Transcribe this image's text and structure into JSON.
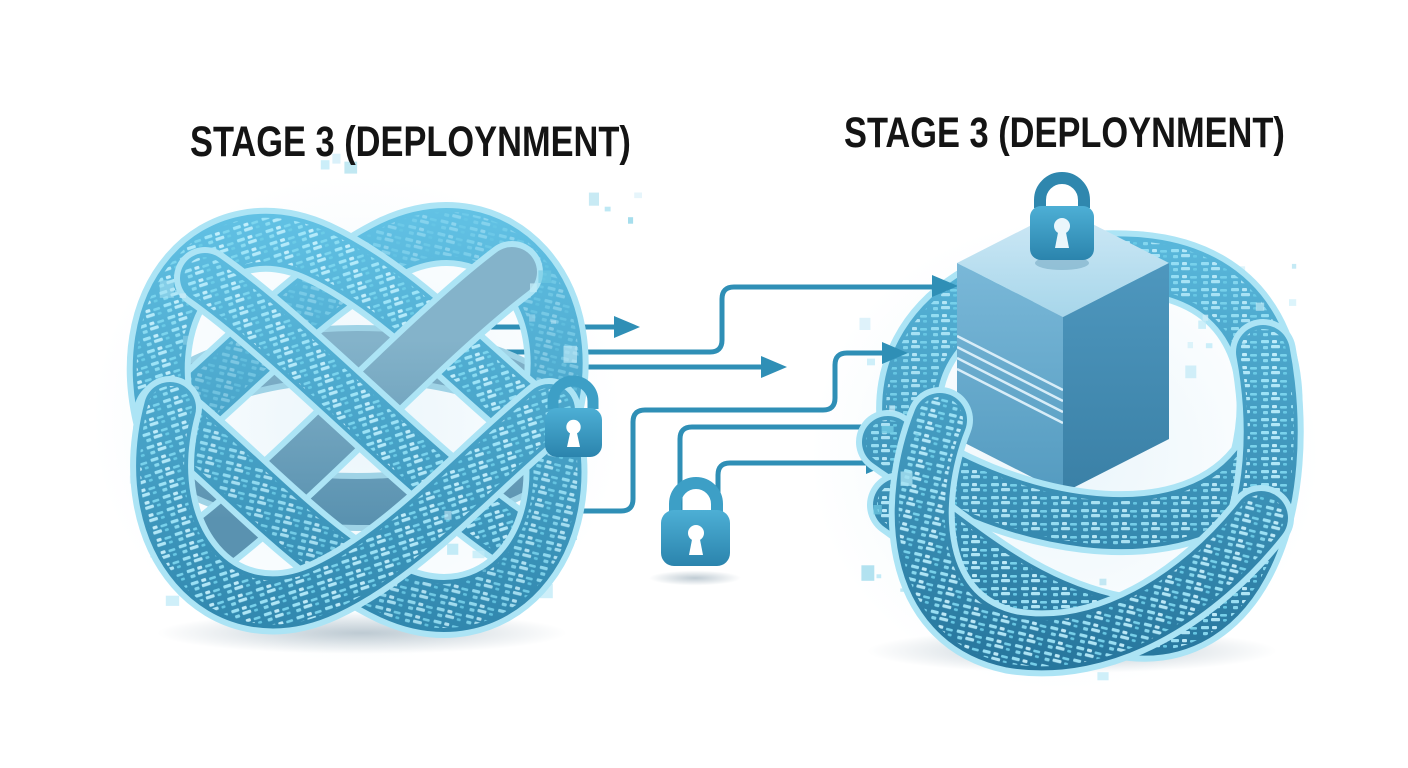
{
  "titles": {
    "left": "STAGE 3 (DEPLOYNMENT)",
    "right": "STAGE 3 (DEPLOYNMENT)"
  },
  "illustration": {
    "left_structure": "woven-digital-data-ribbon-knot",
    "right_structure": "digital-data-ribbon-wrapped-around-secure-cube",
    "locks_visible": 3,
    "flow_arrows_visible": 6
  },
  "colors": {
    "background": "#ffffff",
    "title_text": "#141414",
    "arrow_blue": "#2f8fb6",
    "ribbon_edge_light": "#ace4f5",
    "ribbon_base_top": "#63c3e6",
    "ribbon_base_bottom": "#2e84ab",
    "ribbon_slate": "#84b3ca",
    "data_bits_cyan": "#a9e2f3",
    "cube_top": "#c3e2f2",
    "cube_left": "#6fb2d4",
    "cube_right": "#4890b8",
    "lock_fill_top": "#4dafd5",
    "lock_fill_bottom": "#2b84ad"
  }
}
